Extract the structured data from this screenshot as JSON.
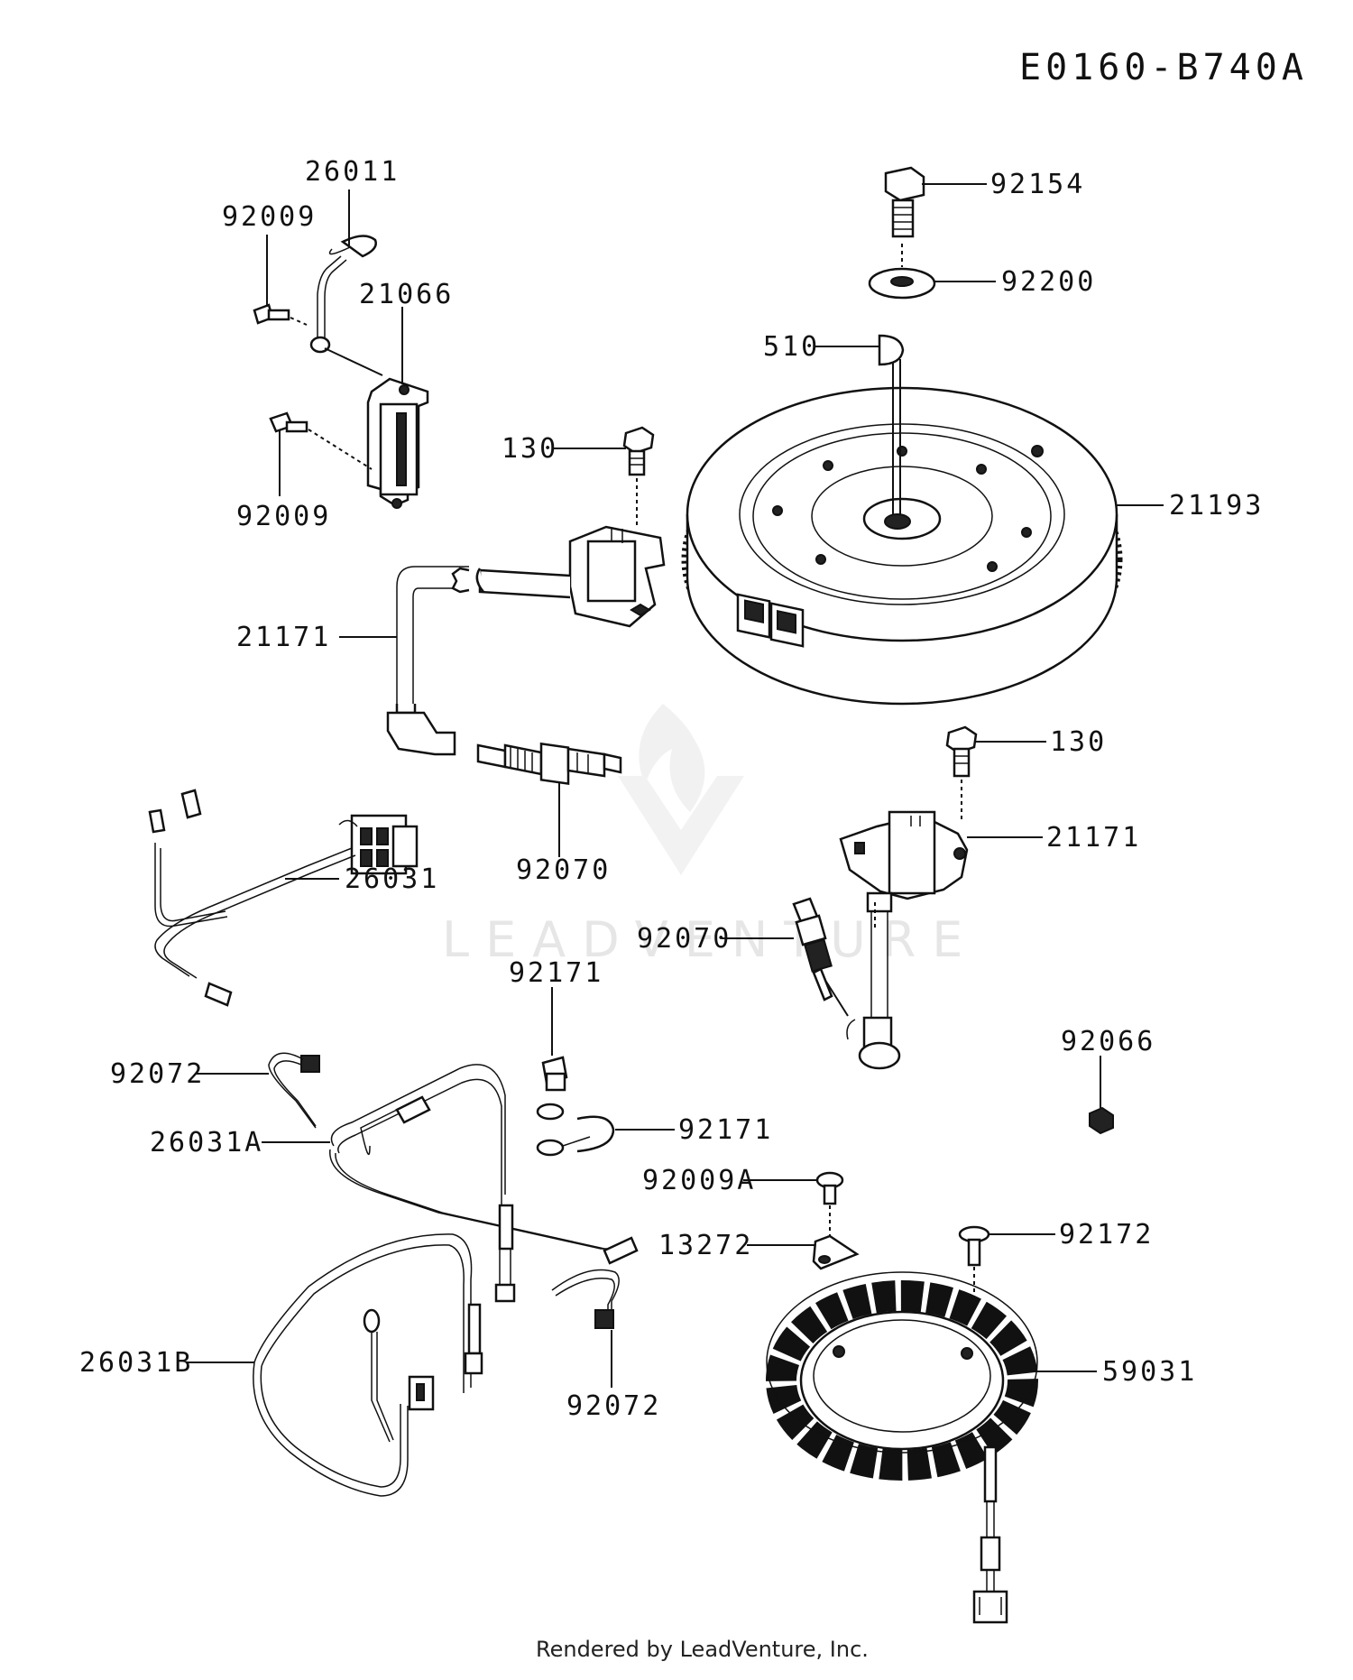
{
  "diagram_id": "E0160-B740A",
  "footer": "Rendered by LeadVenture, Inc.",
  "watermark": "LEADVENTURE",
  "labels": {
    "p26011": "26011",
    "p92009_top": "92009",
    "p21066": "21066",
    "p92009_bottom": "92009",
    "p92154": "92154",
    "p92200": "92200",
    "p510": "510",
    "p130_upper": "130",
    "p21193": "21193",
    "p21171_left": "21171",
    "p92070_left": "92070",
    "p26031": "26031",
    "p130_lower": "130",
    "p21171_right": "21171",
    "p92070_right": "92070",
    "p92171_top": "92171",
    "p92066": "92066",
    "p92072_left": "92072",
    "p92171_mid": "92171",
    "p26031A": "26031A",
    "p92009A": "92009A",
    "p13272": "13272",
    "p92172": "92172",
    "p59031": "59031",
    "p26031B": "26031B",
    "p92072_bottom": "92072"
  }
}
